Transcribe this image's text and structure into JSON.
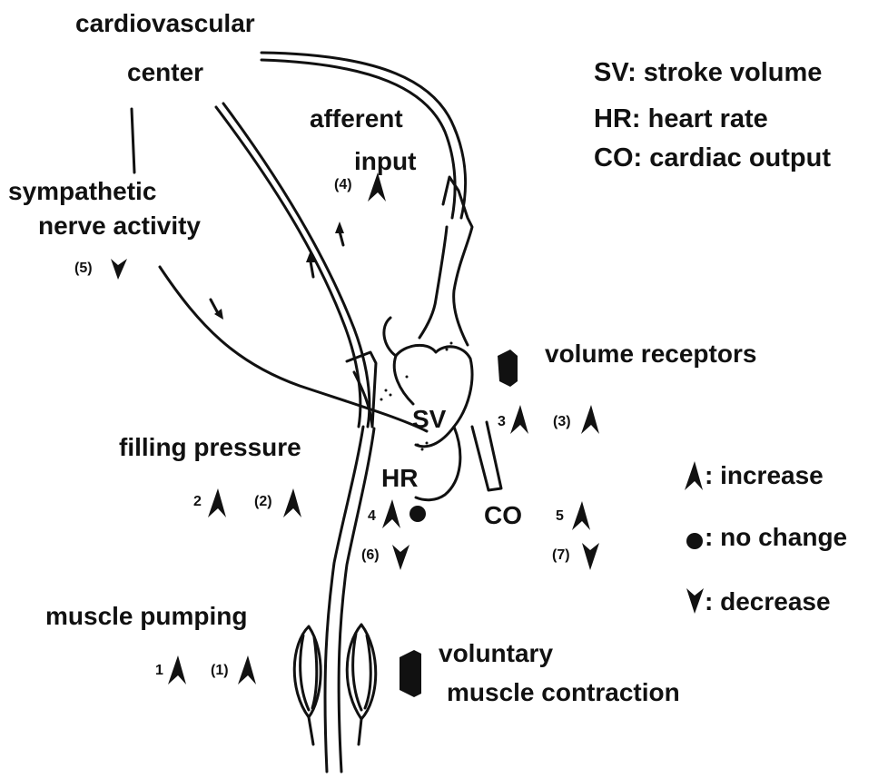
{
  "labels": {
    "cardiovascular": "cardiovascular",
    "center": "center",
    "afferent": "afferent",
    "input": "input",
    "sympathetic": "sympathetic",
    "nerve_activity": "nerve activity",
    "filling_pressure": "filling pressure",
    "muscle_pumping": "muscle pumping",
    "voluntary": "voluntary",
    "muscle_contraction": "muscle contraction",
    "volume_receptors": "volume receptors",
    "sv": "SV",
    "hr": "HR",
    "co": "CO"
  },
  "legend": {
    "sv": "SV: stroke volume",
    "hr": "HR: heart rate",
    "co": "CO: cardiac output",
    "increase": ": increase",
    "no_change": ": no change",
    "decrease": ": decrease"
  },
  "markers": {
    "m4": "(4)",
    "m5": "(5)",
    "m3a": "3",
    "m3b": "(3)",
    "m2a": "2",
    "m2b": "(2)",
    "m4a": "4",
    "m6": "(6)",
    "m5a": "5",
    "m7": "(7)",
    "m1a": "1",
    "m1b": "(1)"
  }
}
